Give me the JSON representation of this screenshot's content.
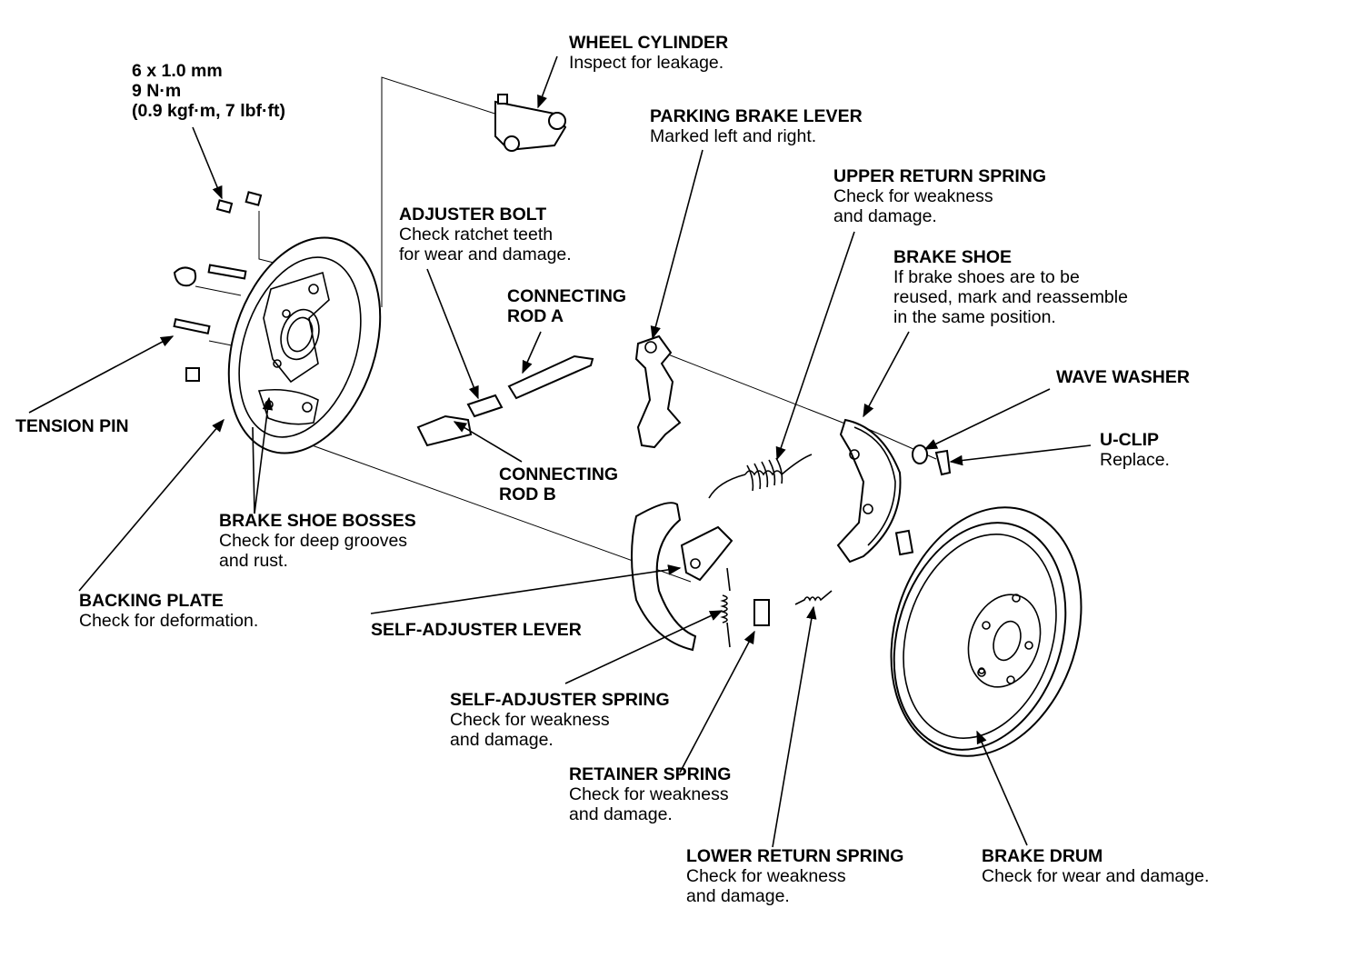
{
  "callouts": {
    "bolt_spec": {
      "lines": [
        "6 x 1.0 mm",
        "9 N·m",
        "(0.9 kgf·m, 7 lbf·ft)"
      ]
    },
    "wheel_cylinder": {
      "title": "WHEEL CYLINDER",
      "note": [
        "Inspect for leakage."
      ]
    },
    "parking_brake_lever": {
      "title": "PARKING BRAKE LEVER",
      "note": [
        "Marked left and right."
      ]
    },
    "upper_return_spring": {
      "title": "UPPER RETURN SPRING",
      "note": [
        "Check for weakness",
        "and damage."
      ]
    },
    "adjuster_bolt": {
      "title": "ADJUSTER BOLT",
      "note": [
        "Check ratchet teeth",
        "for wear and damage."
      ]
    },
    "brake_shoe": {
      "title": "BRAKE SHOE",
      "note": [
        "If brake shoes are to be",
        "reused, mark and reassemble",
        "in the same position."
      ]
    },
    "connecting_rod_a": {
      "title": [
        "CONNECTING",
        "ROD A"
      ]
    },
    "wave_washer": {
      "title": "WAVE WASHER"
    },
    "tension_pin": {
      "title": "TENSION PIN"
    },
    "u_clip": {
      "title": "U-CLIP",
      "note": [
        "Replace."
      ]
    },
    "connecting_rod_b": {
      "title": [
        "CONNECTING",
        "ROD B"
      ]
    },
    "brake_shoe_bosses": {
      "title": "BRAKE SHOE BOSSES",
      "note": [
        "Check for deep grooves",
        "and rust."
      ]
    },
    "backing_plate": {
      "title": "BACKING PLATE",
      "note": [
        "Check for deformation."
      ]
    },
    "self_adjuster_lever": {
      "title": "SELF-ADJUSTER LEVER"
    },
    "self_adjuster_spring": {
      "title": "SELF-ADJUSTER SPRING",
      "note": [
        "Check for weakness",
        "and damage."
      ]
    },
    "retainer_spring": {
      "title": "RETAINER SPRING",
      "note": [
        "Check for weakness",
        "and damage."
      ]
    },
    "lower_return_spring": {
      "title": "LOWER RETURN SPRING",
      "note": [
        "Check for weakness",
        "and damage."
      ]
    },
    "brake_drum": {
      "title": "BRAKE DRUM",
      "note": [
        "Check for wear and damage."
      ]
    }
  }
}
